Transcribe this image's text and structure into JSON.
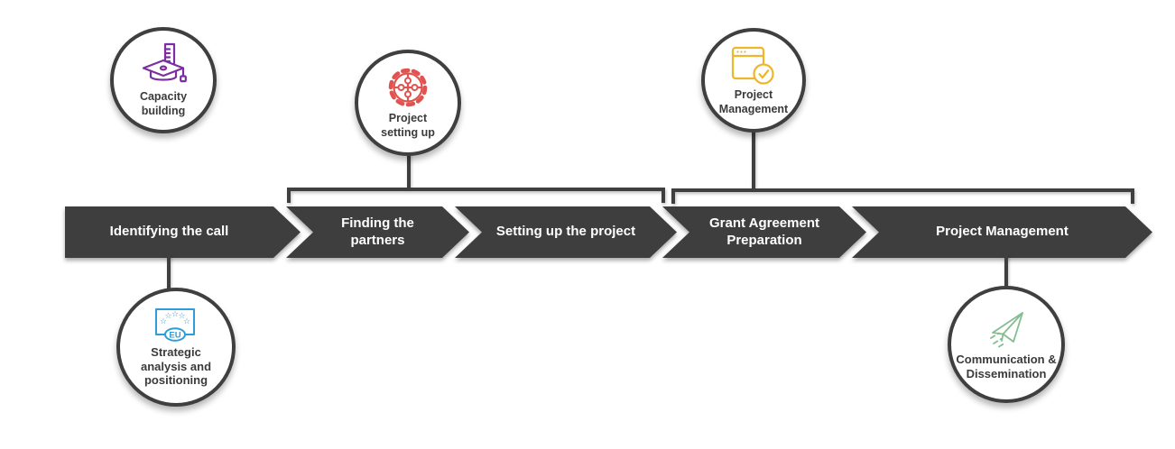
{
  "diagram": {
    "name": "EU project lifecycle process timeline"
  },
  "colors": {
    "band": "#3e3e3e",
    "line": "#3f3f3f",
    "circle_border": "#3f3f3f",
    "segment_text": "#ffffff",
    "badge_text": "#3b3b3b"
  },
  "timeline": {
    "segments": [
      {
        "label": "Identifying the call"
      },
      {
        "label": "Finding the\npartners"
      },
      {
        "label": "Setting up the project"
      },
      {
        "label": "Grant Agreement\nPreparation"
      },
      {
        "label": "Project Management"
      }
    ]
  },
  "badges": [
    {
      "label": "Capacity\nbuilding",
      "icon": "graduation-cap-ruler-icon",
      "color": "#7b2fa0"
    },
    {
      "label": "Project\nsetting up",
      "icon": "gear-puzzle-icon",
      "color": "#e0534e"
    },
    {
      "label": "Project\nManagement",
      "icon": "browser-checkmark-icon",
      "color": "#eeb62b"
    },
    {
      "label": "Strategic\nanalysis and\npositioning",
      "icon": "eu-flag-icon",
      "color": "#2e9cd6",
      "eu_text": "EU"
    },
    {
      "label": "Communication &\nDissemination",
      "icon": "paper-plane-icon",
      "color": "#84bd90"
    }
  ]
}
